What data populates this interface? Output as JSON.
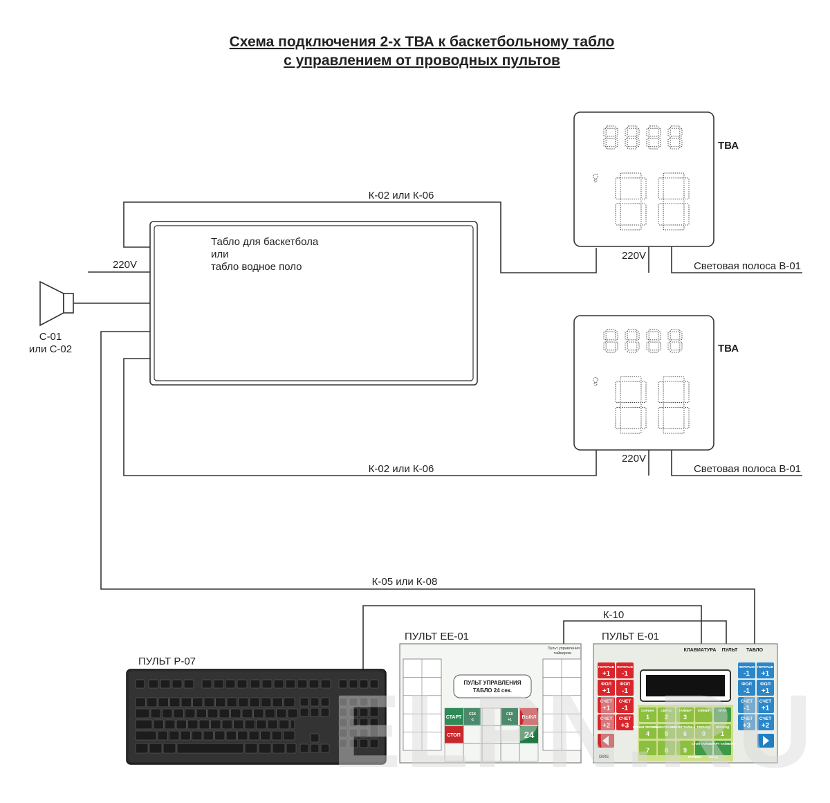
{
  "title": {
    "line1": "Схема подключения 2-х ТВА к баскетбольному табло",
    "line2": "с управлением от проводных пультов"
  },
  "scoreboard": {
    "line1": "Табло для баскетбола",
    "line2": "или",
    "line3": "табло водное поло"
  },
  "speaker": {
    "line1": "С-01",
    "line2": "или С-02"
  },
  "power_label": "220V",
  "tva": [
    {
      "label": "ТВА",
      "power": "220V",
      "light_strip": "Световая полоса  В-01",
      "cable": "К-02 или К-06"
    },
    {
      "label": "ТВА",
      "power": "220V",
      "light_strip": "Световая полоса  В-01",
      "cable": "К-02 или К-06"
    }
  ],
  "cables": {
    "main": "К-05 или К-08",
    "k10": "К-10"
  },
  "consoles": {
    "p07": {
      "label": "ПУЛЬТ  Р-07"
    },
    "ee01": {
      "label": "ПУЛЬТ  ЕЕ-01",
      "corner": [
        "Пульт управления",
        "таймером"
      ],
      "panel": [
        "ПУЛЬТ УПРАВЛЕНИЯ",
        "ТАБЛО  24 сек."
      ],
      "buttons": {
        "start": "СТАРТ",
        "stop": "СТОП",
        "sec_minus": [
          "СЕК",
          "-1"
        ],
        "sec_plus": [
          "СЕК",
          "+1"
        ],
        "off": "ВЫКЛ",
        "n24": "24"
      }
    },
    "e01": {
      "label": "ПУЛЬТ  Е-01",
      "header": [
        "КЛАВИАТУРА",
        "ПУЛЬТ",
        "ТАБЛО"
      ],
      "left_buttons": [
        [
          "ПЕРЕРЫВ",
          "+1"
        ],
        [
          "ПЕРЕРЫВ",
          "-1"
        ],
        [
          "ФОЛ",
          "+1"
        ],
        [
          "ФОЛ",
          "-1"
        ],
        [
          "СЧЕТ",
          "+1"
        ],
        [
          "СЧЕТ",
          "-1"
        ],
        [
          "СЧЕТ",
          "+2"
        ],
        [
          "СЧЕТ",
          "+3"
        ]
      ],
      "right_buttons": [
        [
          "ПЕРЕРЫВ",
          "-1"
        ],
        [
          "ПЕРЕРЫВ",
          "+1"
        ],
        [
          "ФОЛ",
          "-1"
        ],
        [
          "ФОЛ",
          "+1"
        ],
        [
          "СЧЕТ",
          "-1"
        ],
        [
          "СЧЕТ",
          "+1"
        ],
        [
          "СЧЕТ",
          "+3"
        ],
        [
          "СЧЕТ",
          "+2"
        ]
      ],
      "green_row1": [
        "СИРЕНА",
        "СБРОС",
        "ТАЙМЕР",
        "ТАЙМЕР",
        "ИГРА"
      ],
      "green_row2": [
        "ВРЕМЯ ПЕРЕРЫВА",
        "ВРЕМЯ ПЕРЕРЫВА",
        "ВРЕМЯ ТАЙМ-АУТ",
        "ПЕРИОД",
        "ПЕРИОД"
      ],
      "green_row3": [
        "",
        "",
        "",
        "СТОП ТАЙМЕРА",
        "СТАРТ ТАЙМЕРА"
      ],
      "digits": [
        "1",
        "2",
        "3",
        "",
        "",
        "4",
        "5",
        "6",
        "0",
        "1",
        "7",
        "8",
        "9",
        "",
        ""
      ],
      "bottom_labels": [
        "ПРОВЕЛ",
        "ВВОД"
      ],
      "small_logo": "DIRE"
    }
  },
  "watermark": "ELPN.RU",
  "icons": [
    "speaker-icon",
    "keyboard-icon",
    "play-left-icon",
    "play-right-icon"
  ]
}
